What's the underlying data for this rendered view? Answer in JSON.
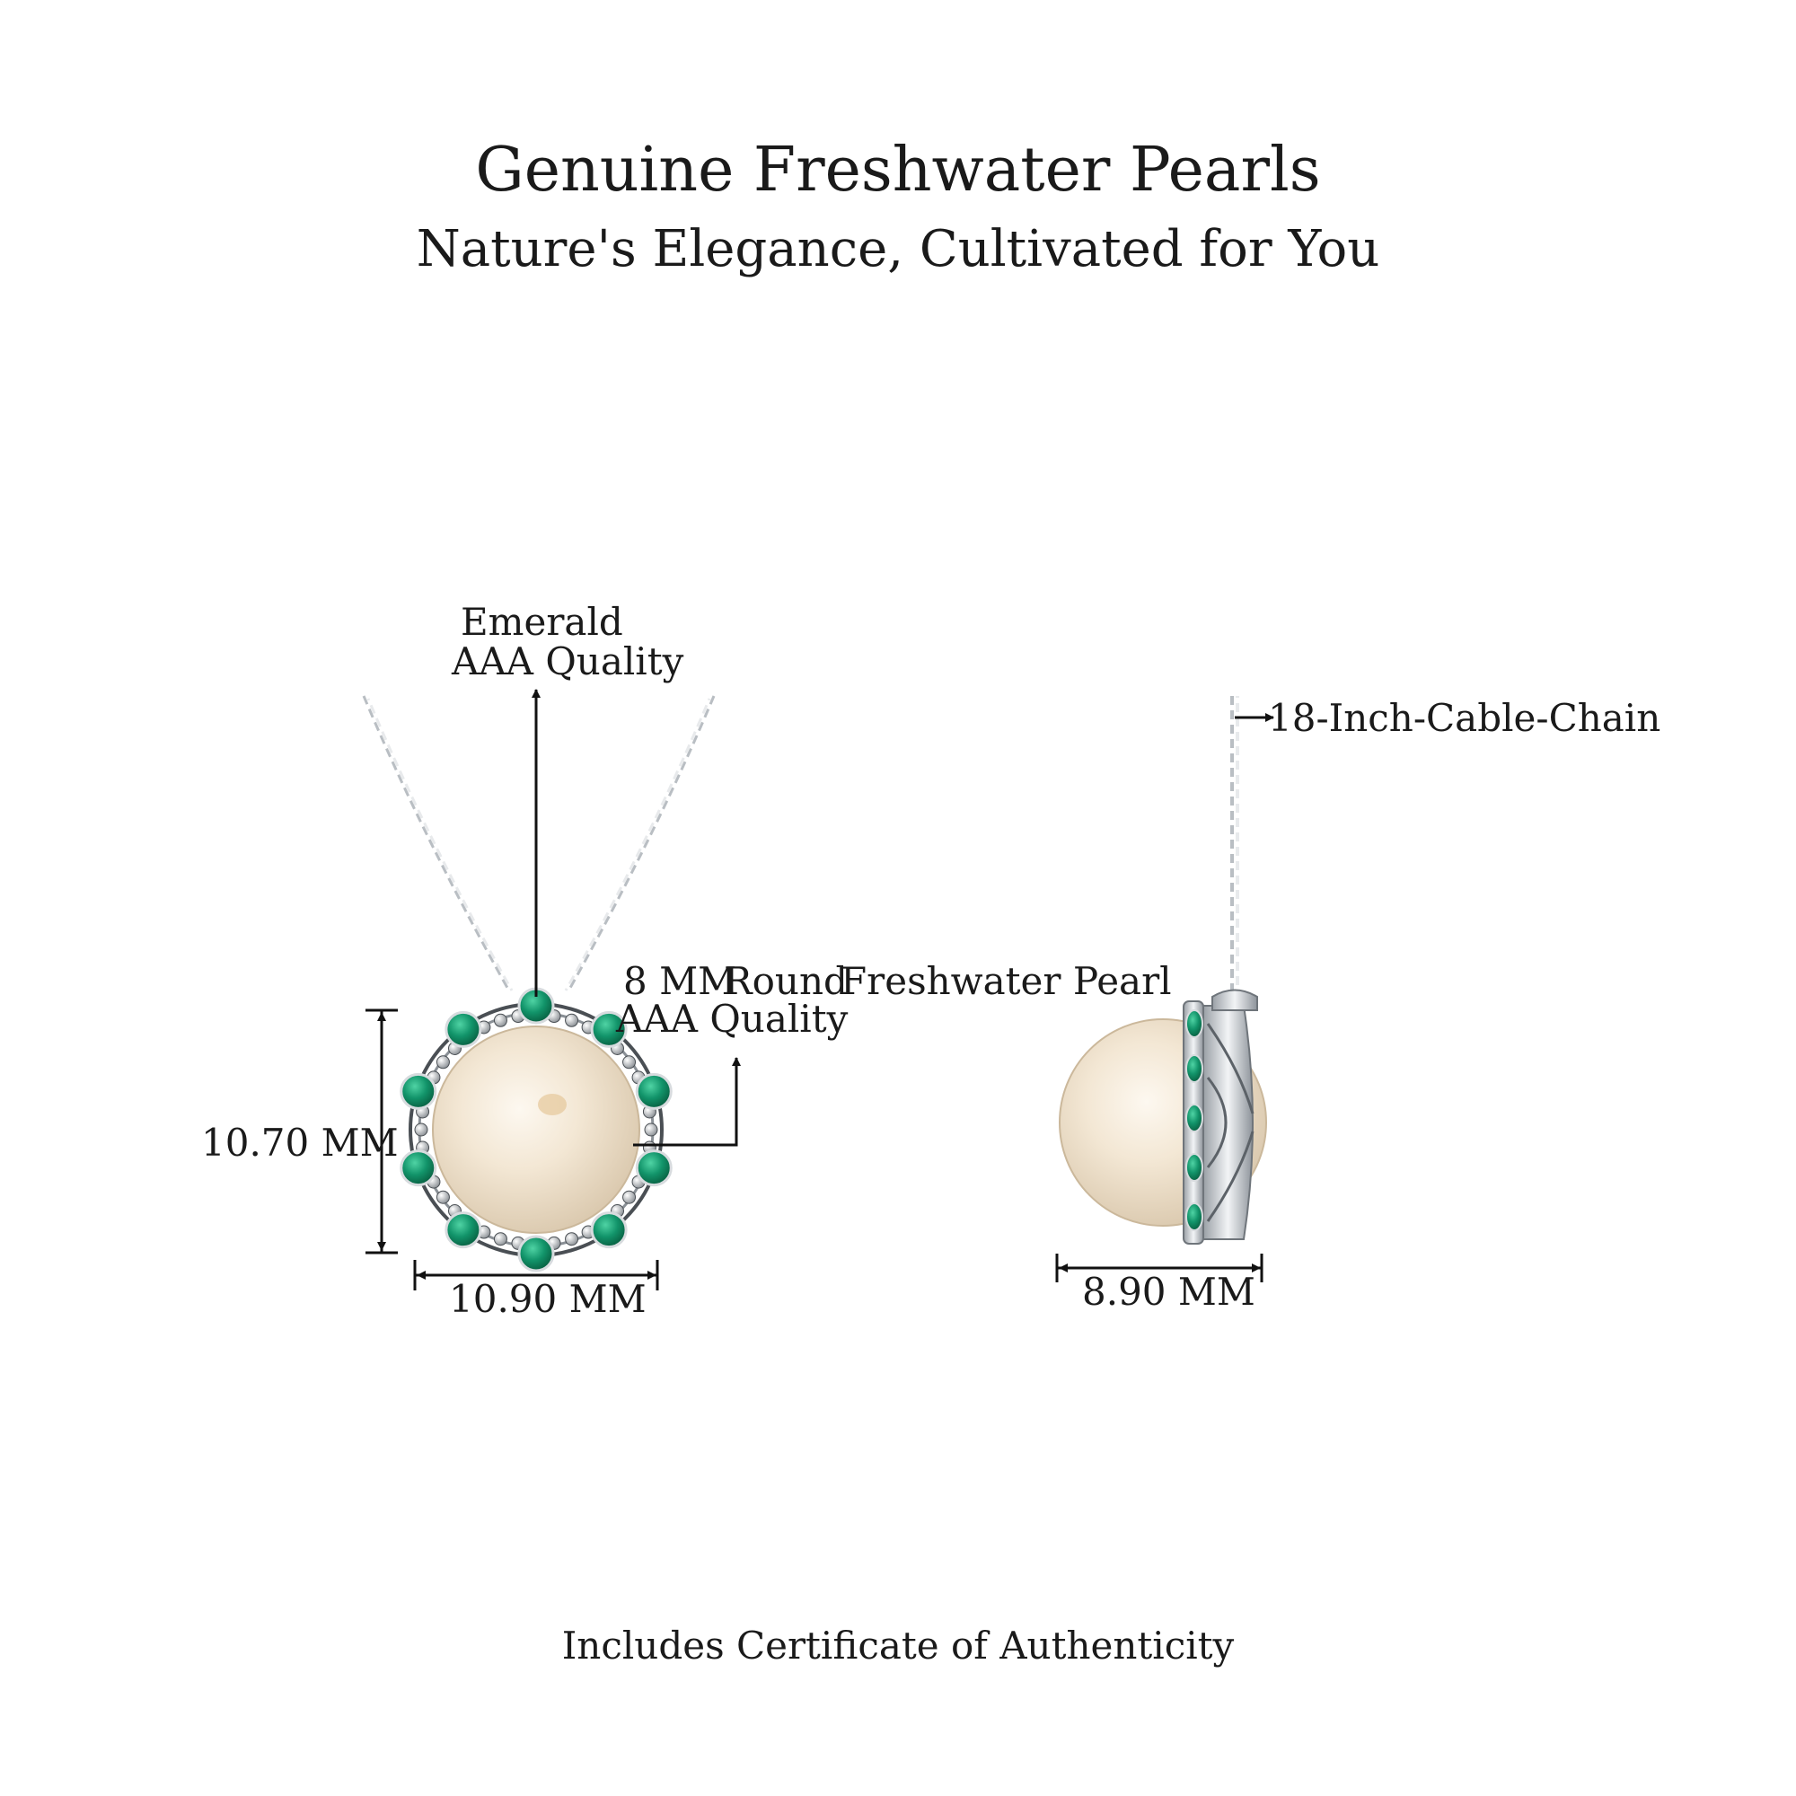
{
  "header": {
    "title": "Genuine Freshwater Pearls",
    "subtitle": "Nature's Elegance, Cultivated for You"
  },
  "front_view": {
    "emerald_label": "Emerald",
    "emerald_quality": "AAA Quality",
    "pearl_label_size": "8 MM",
    "pearl_label_shape": "Round",
    "pearl_label_type": "Freshwater Pearl",
    "pearl_quality": "AAA Quality",
    "height_dimension": "10.70 MM",
    "width_dimension": "10.90 MM"
  },
  "side_view": {
    "chain_label": "18-Inch-Cable-Chain",
    "depth_dimension": "8.90 MM"
  },
  "footer": {
    "certificate_text": "Includes Certificate of Authenticity"
  },
  "colors": {
    "emerald": "#0f8a5f",
    "pearl": "#f6efe4",
    "metal": "#c9cdd1"
  }
}
